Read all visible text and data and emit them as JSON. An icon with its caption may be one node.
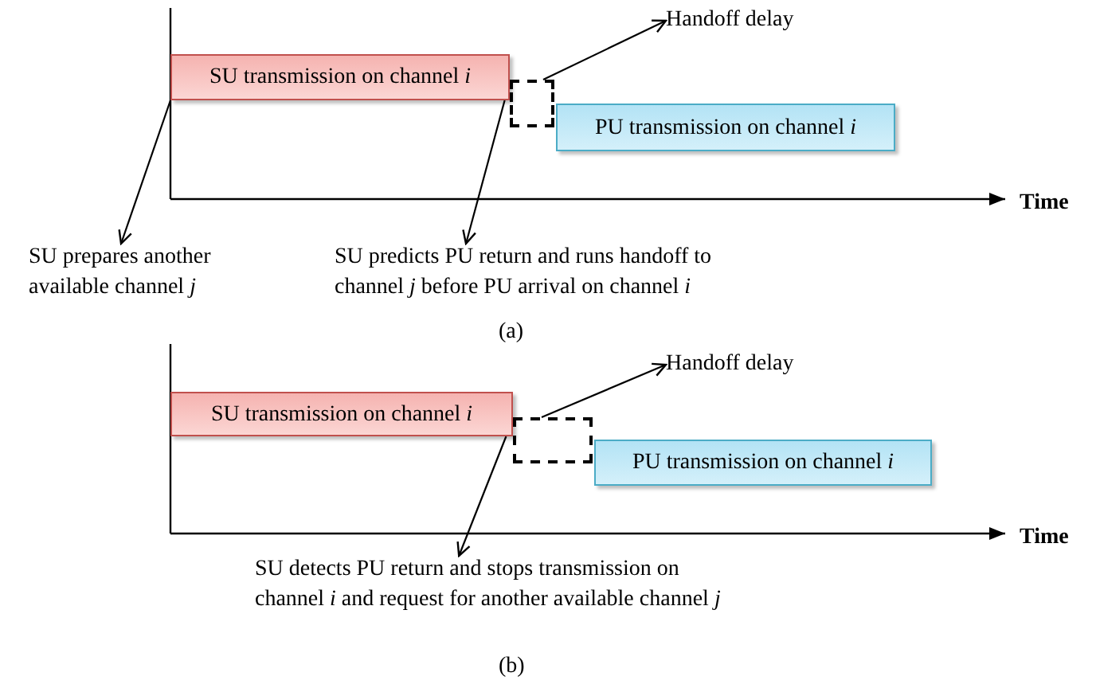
{
  "diagram": {
    "nodes": [
      {
        "text": [
          "SU transmission on channel *i*"
        ]
      },
      {
        "text": [],
        "shape": "box"
      },
      {
        "text": [
          "PU transmission on channel *i*"
        ]
      },
      {
        "text": [
          "Handoff delay"
        ]
      },
      {
        "text": [
          "SU prepares another available channel *j*"
        ]
      },
      {
        "text": [
          "SU predicts PU return and runs handoff to channel *j* before PU arrival on channel *i*"
        ]
      },
      {
        "text": [
          "SU transmission on channel *i*"
        ]
      },
      {
        "text": [],
        "shape": "box"
      },
      {
        "text": [
          "PU transmission on channel *i*"
        ]
      },
      {
        "text": [
          "Handoff delay"
        ]
      },
      {
        "text": [
          "SU detects PU return and stops transmission on channel *i* and request for another available channel *j*"
        ]
      }
    ],
    "edges": [
      {
        "from": 1,
        "to": 3,
        "arrow": "to"
      },
      {
        "from": 0,
        "to": 4,
        "arrow": "to"
      },
      {
        "from": 0,
        "to": 5,
        "arrow": "to"
      },
      {
        "from": 7,
        "to": 9,
        "arrow": "to"
      },
      {
        "from": 6,
        "to": 10,
        "arrow": "to"
      }
    ],
    "labels": [
      "Time",
      "(a)",
      "Time",
      "(b)"
    ]
  }
}
